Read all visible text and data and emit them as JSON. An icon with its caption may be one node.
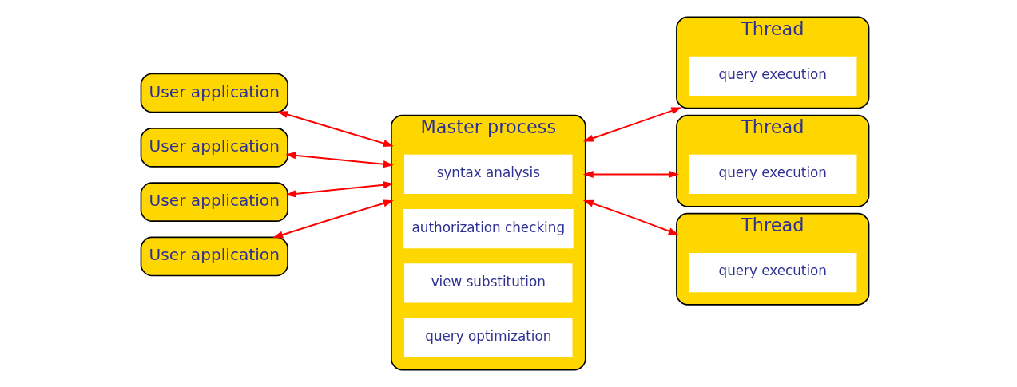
{
  "diagram": {
    "nodes": [
      {
        "text": [
          "User application"
        ]
      },
      {
        "text": [
          "User application"
        ]
      },
      {
        "text": [
          "User application"
        ]
      },
      {
        "text": [
          "User application"
        ]
      },
      {
        "text": [
          "Master process"
        ]
      },
      {
        "text": [
          "syntax analysis"
        ],
        "in": 4
      },
      {
        "text": [
          "authorization checking"
        ],
        "in": 4
      },
      {
        "text": [
          "view substitution"
        ],
        "in": 4
      },
      {
        "text": [
          "query optimization"
        ],
        "in": 4
      },
      {
        "text": [
          "Thread"
        ]
      },
      {
        "text": [
          "query execution"
        ],
        "in": 9
      },
      {
        "text": [
          "Thread"
        ]
      },
      {
        "text": [
          "query execution"
        ],
        "in": 11
      },
      {
        "text": [
          "Thread"
        ]
      },
      {
        "text": [
          "query execution"
        ],
        "in": 13
      }
    ],
    "edges": [
      {
        "from": 0,
        "to": 4,
        "arrow": "both"
      },
      {
        "from": 1,
        "to": 4,
        "arrow": "both"
      },
      {
        "from": 2,
        "to": 4,
        "arrow": "both"
      },
      {
        "from": 3,
        "to": 4,
        "arrow": "both"
      },
      {
        "from": 4,
        "to": 9,
        "arrow": "both"
      },
      {
        "from": 4,
        "to": 11,
        "arrow": "both"
      },
      {
        "from": 4,
        "to": 13,
        "arrow": "both"
      }
    ]
  }
}
